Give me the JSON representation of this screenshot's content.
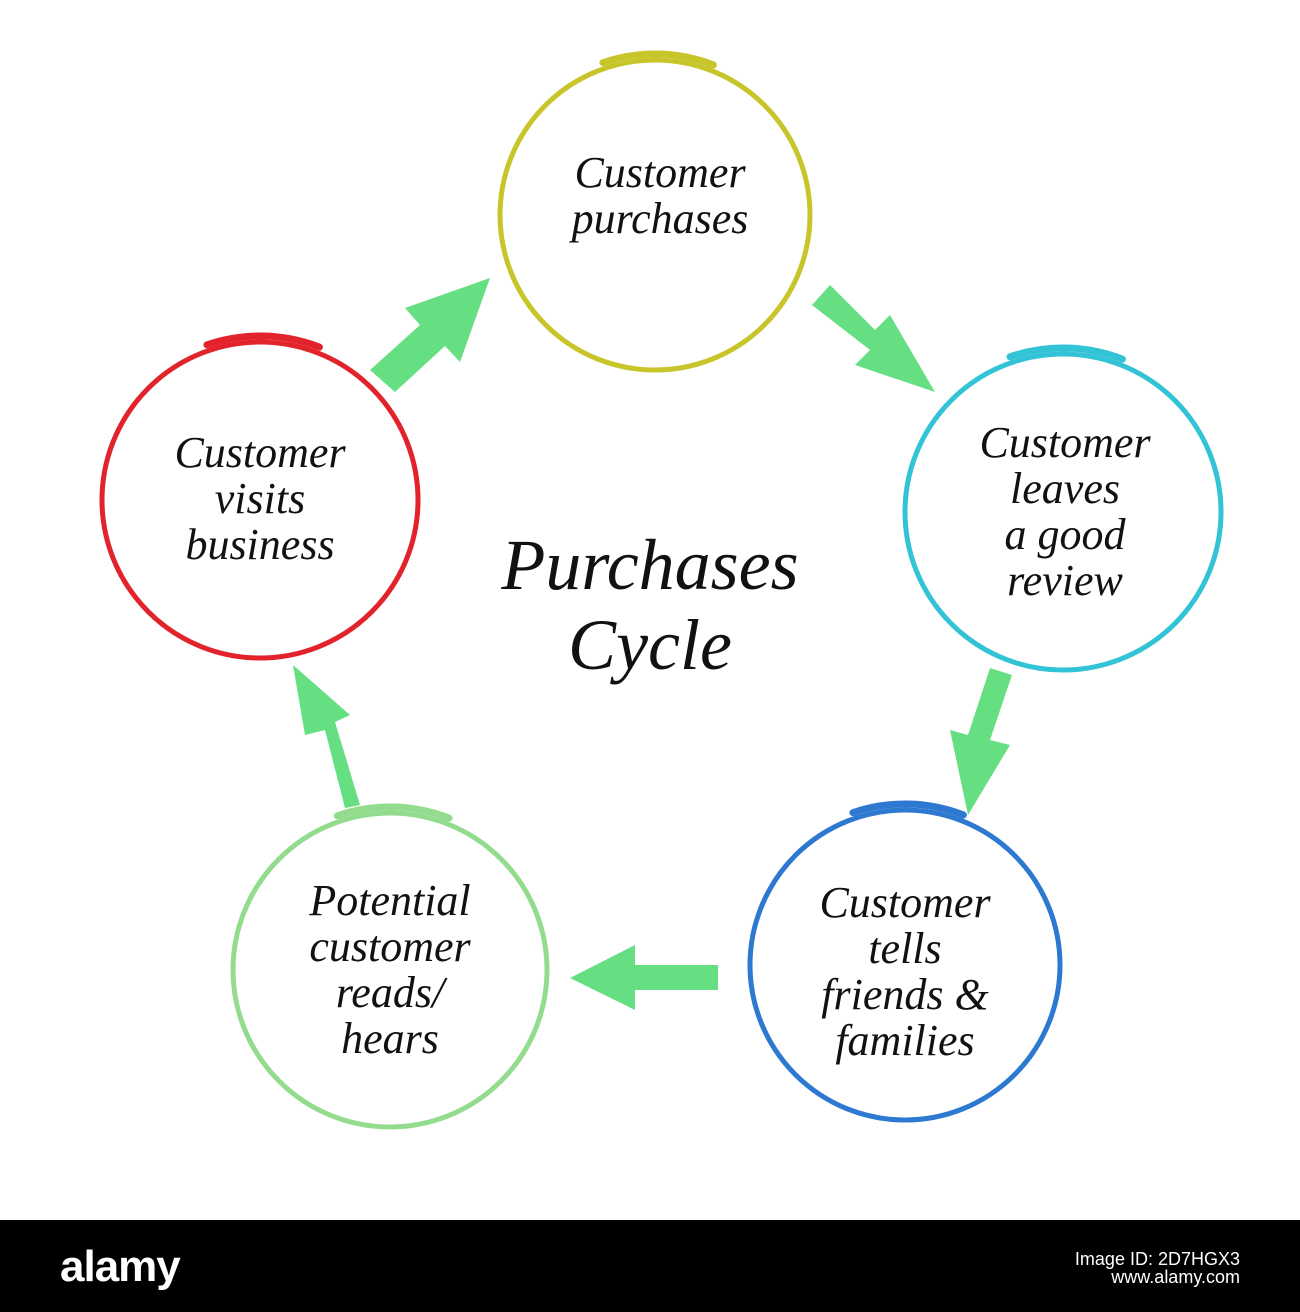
{
  "diagram": {
    "title_lines": [
      "Purchases",
      "Cycle"
    ],
    "nodes": [
      {
        "id": "customer-purchases",
        "lines": [
          "Customer",
          "purchases"
        ],
        "color": "#c8c52a"
      },
      {
        "id": "leaves-review",
        "lines": [
          "Customer",
          "leaves",
          "a good",
          "review"
        ],
        "color": "#33c3d6"
      },
      {
        "id": "tells-friends",
        "lines": [
          "Customer",
          "tells",
          "friends &",
          "families"
        ],
        "color": "#2d78d0"
      },
      {
        "id": "potential-customer",
        "lines": [
          "Potential",
          "customer",
          "reads/",
          "hears"
        ],
        "color": "#93dc8e"
      },
      {
        "id": "visits-business",
        "lines": [
          "Customer",
          "visits",
          "business"
        ],
        "color": "#e2232b"
      }
    ],
    "arrow_color": "#66df82"
  },
  "footer": {
    "logo": "alamy",
    "image_id_lines": [
      "Image ID: 2D7HGX3",
      "www.alamy.com"
    ]
  }
}
